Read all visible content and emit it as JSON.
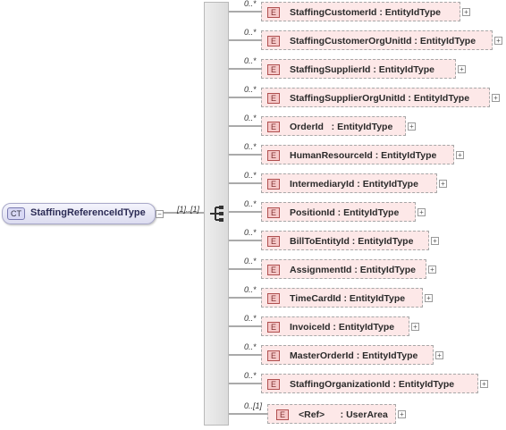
{
  "complex_type": {
    "badge": "CT",
    "name": "StaffingReferenceIdType",
    "expander": "−"
  },
  "sequence": {
    "multiplicity": "[1]..[1]"
  },
  "elements": [
    {
      "badge": "E",
      "label": "StaffingCustomerId : EntityIdType",
      "multiplicity": "0..*",
      "expander": "+"
    },
    {
      "badge": "E",
      "label": "StaffingCustomerOrgUnitId : EntityIdType",
      "multiplicity": "0..*",
      "expander": "+"
    },
    {
      "badge": "E",
      "label": "StaffingSupplierId : EntityIdType",
      "multiplicity": "0..*",
      "expander": "+"
    },
    {
      "badge": "E",
      "label": "StaffingSupplierOrgUnitId : EntityIdType",
      "multiplicity": "0..*",
      "expander": "+"
    },
    {
      "badge": "E",
      "label": "OrderId   : EntityIdType",
      "multiplicity": "0..*",
      "expander": "+"
    },
    {
      "badge": "E",
      "label": "HumanResourceId : EntityIdType",
      "multiplicity": "0..*",
      "expander": "+"
    },
    {
      "badge": "E",
      "label": "IntermediaryId : EntityIdType",
      "multiplicity": "0..*",
      "expander": "+"
    },
    {
      "badge": "E",
      "label": "PositionId : EntityIdType",
      "multiplicity": "0..*",
      "expander": "+"
    },
    {
      "badge": "E",
      "label": "BillToEntityId : EntityIdType",
      "multiplicity": "0..*",
      "expander": "+"
    },
    {
      "badge": "E",
      "label": "AssignmentId : EntityIdType",
      "multiplicity": "0..*",
      "expander": "+"
    },
    {
      "badge": "E",
      "label": "TimeCardId : EntityIdType",
      "multiplicity": "0..*",
      "expander": "+"
    },
    {
      "badge": "E",
      "label": "InvoiceId : EntityIdType",
      "multiplicity": "0..*",
      "expander": "+"
    },
    {
      "badge": "E",
      "label": "MasterOrderId : EntityIdType",
      "multiplicity": "0..*",
      "expander": "+"
    },
    {
      "badge": "E",
      "label": "StaffingOrganizationId : EntityIdType",
      "multiplicity": "0..*",
      "expander": "+"
    }
  ],
  "ref_element": {
    "badge": "E",
    "label": "<Ref>      : UserArea",
    "multiplicity": "0..[1]",
    "expander": "+"
  }
}
